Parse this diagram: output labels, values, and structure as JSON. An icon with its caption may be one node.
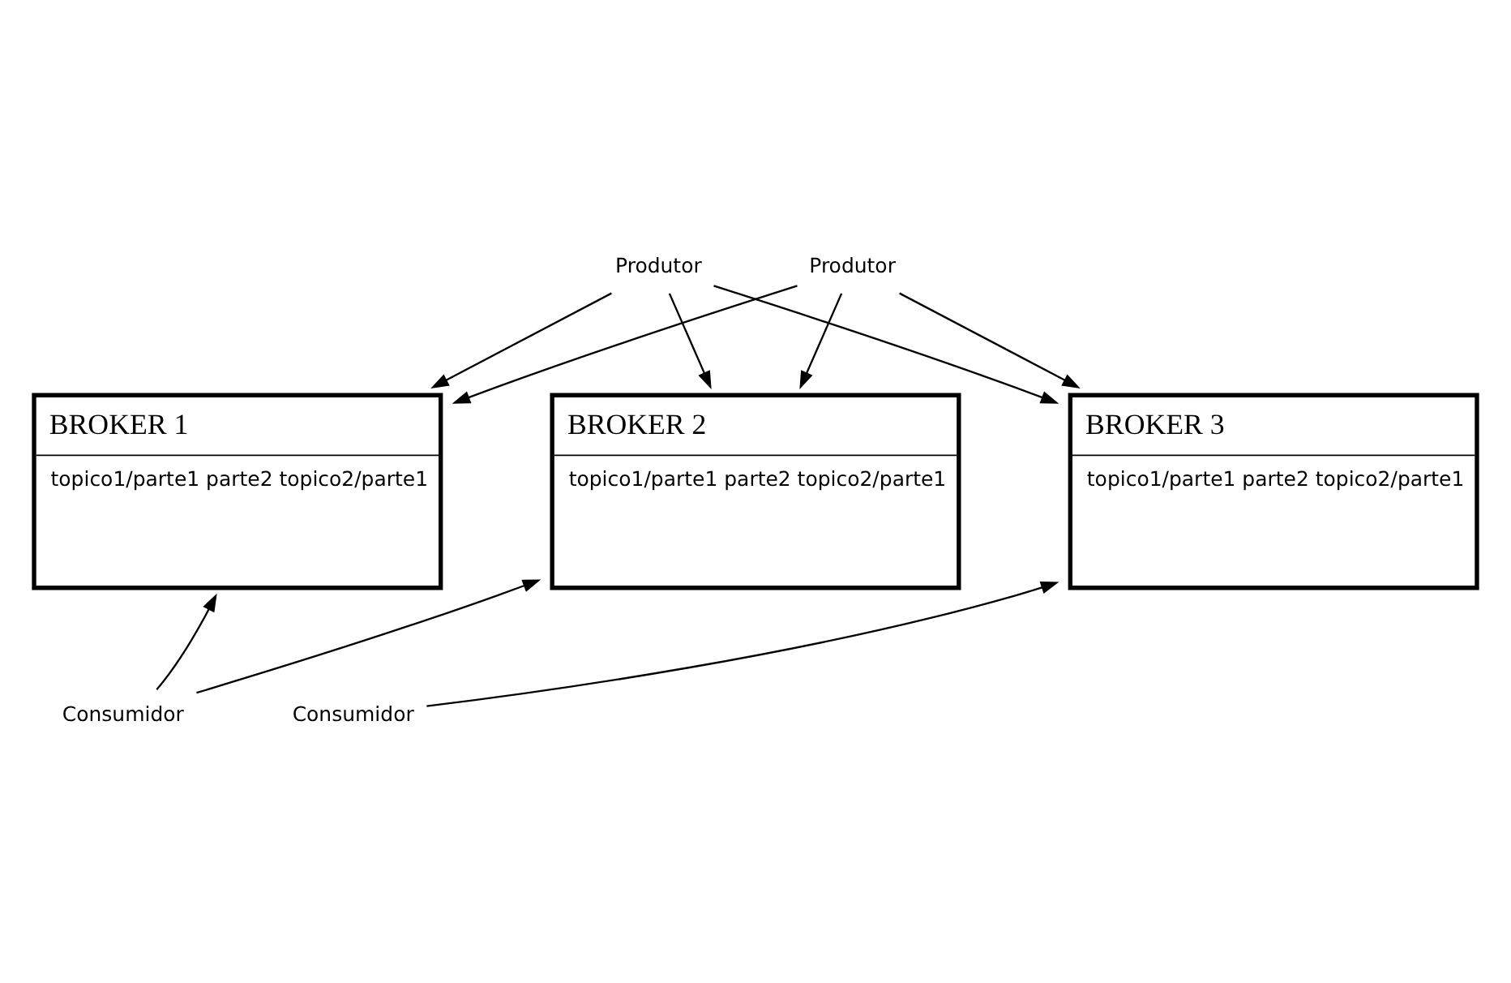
{
  "diagram": {
    "nodes": [
      {
        "text": [
          "Produtor"
        ]
      },
      {
        "text": [
          "Produtor"
        ]
      },
      {
        "text": [
          "BROKER 1",
          "topico1/parte1 parte2 topico2/parte1"
        ]
      },
      {
        "text": [
          "BROKER 2",
          "topico1/parte1 parte2 topico2/parte1"
        ]
      },
      {
        "text": [
          "BROKER 3",
          "topico1/parte1 parte2 topico2/parte1"
        ]
      },
      {
        "text": [
          "Consumidor"
        ]
      },
      {
        "text": [
          "Consumidor"
        ]
      }
    ],
    "edges": [
      {
        "from": 0,
        "to": 2,
        "arrow": "to"
      },
      {
        "from": 0,
        "to": 3,
        "arrow": "to"
      },
      {
        "from": 0,
        "to": 4,
        "arrow": "to"
      },
      {
        "from": 1,
        "to": 2,
        "arrow": "to"
      },
      {
        "from": 1,
        "to": 3,
        "arrow": "to"
      },
      {
        "from": 1,
        "to": 4,
        "arrow": "to"
      },
      {
        "from": 5,
        "to": 2,
        "arrow": "to"
      },
      {
        "from": 5,
        "to": 3,
        "arrow": "to"
      },
      {
        "from": 6,
        "to": 4,
        "arrow": "to"
      }
    ]
  }
}
